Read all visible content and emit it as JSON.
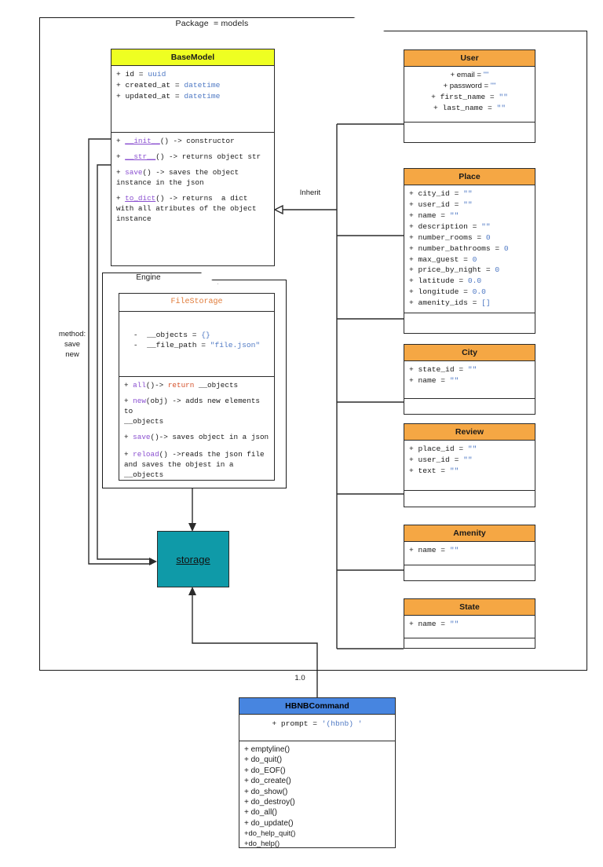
{
  "package": {
    "label": "Package",
    "equals": "= models"
  },
  "engine_package": {
    "label": "Engine"
  },
  "labels": {
    "inherit": "Inherit",
    "method_note": "method:\nsave\nnew",
    "multiplicity": "1.0",
    "storage": "storage"
  },
  "colors": {
    "basemodel_header": "#EEFF22",
    "model_header": "#F5A744",
    "hbnb_header": "#4785E0",
    "storage_fill": "#0F9AA8",
    "value_text": "#4f79c4",
    "method_text": "#8a4fd0",
    "keyword_text": "#d4502a",
    "filestorage_title": "#e07b39",
    "border": "#2b2b2b"
  },
  "classes": {
    "basemodel": {
      "name": "BaseModel",
      "attributes": [
        "+ id = uuid",
        "+ created_at = datetime",
        "+ updated_at = datetime"
      ],
      "methods": [
        "+ __init__() -> constructor",
        "+ __str__() -> returns object str",
        "+ save() -> saves the object instance in the json",
        "+ to_dict() -> returns  a dict with all atributes of the object instance"
      ]
    },
    "filestorage": {
      "name": "FileStorage",
      "attributes": [
        "-  __objects = {}",
        "-  __file_path = \"file.json\""
      ],
      "methods": [
        "+ all()-> return __objects",
        "+ new(obj) -> adds new elements to __objects",
        "+ save()-> saves object in a json",
        "+ reload() ->reads the json file and saves the objest in a __objects"
      ]
    },
    "user": {
      "name": "User",
      "attributes": [
        "+ email = \"\"",
        "+ password = \"\"",
        "+ first_name = \"\"",
        "+ last_name = \"\""
      ],
      "methods": []
    },
    "place": {
      "name": "Place",
      "attributes": [
        "+ city_id = \"\"",
        "+ user_id = \"\"",
        "+ name = \"\"",
        "+ description = \"\"",
        "+ number_rooms = 0",
        "+ number_bathrooms = 0",
        "+ max_guest = 0",
        "+ price_by_night = 0",
        "+ latitude = 0.0",
        "+ longitude = 0.0",
        "+ amenity_ids = []"
      ],
      "methods": []
    },
    "city": {
      "name": "City",
      "attributes": [
        "+ state_id = \"\"",
        "+ name = \"\""
      ],
      "methods": []
    },
    "review": {
      "name": "Review",
      "attributes": [
        "+ place_id = \"\"",
        "+ user_id = \"\"",
        "+ text = \"\""
      ],
      "methods": []
    },
    "amenity": {
      "name": "Amenity",
      "attributes": [
        "+ name = \"\""
      ],
      "methods": []
    },
    "state": {
      "name": "State",
      "attributes": [
        "+ name = \"\""
      ],
      "methods": []
    },
    "hbnbcommand": {
      "name": "HBNBCommand",
      "attributes": [
        "+ prompt = '(hbnb) '"
      ],
      "methods": [
        "+ emptyline()",
        "+ do_quit()",
        "+ do_EOF()",
        "+ do_create()",
        "+ do_show()",
        "+ do_destroy()",
        "+ do_all()",
        "+ do_update()",
        "+do_help_quit()",
        "+do_help()"
      ]
    }
  }
}
